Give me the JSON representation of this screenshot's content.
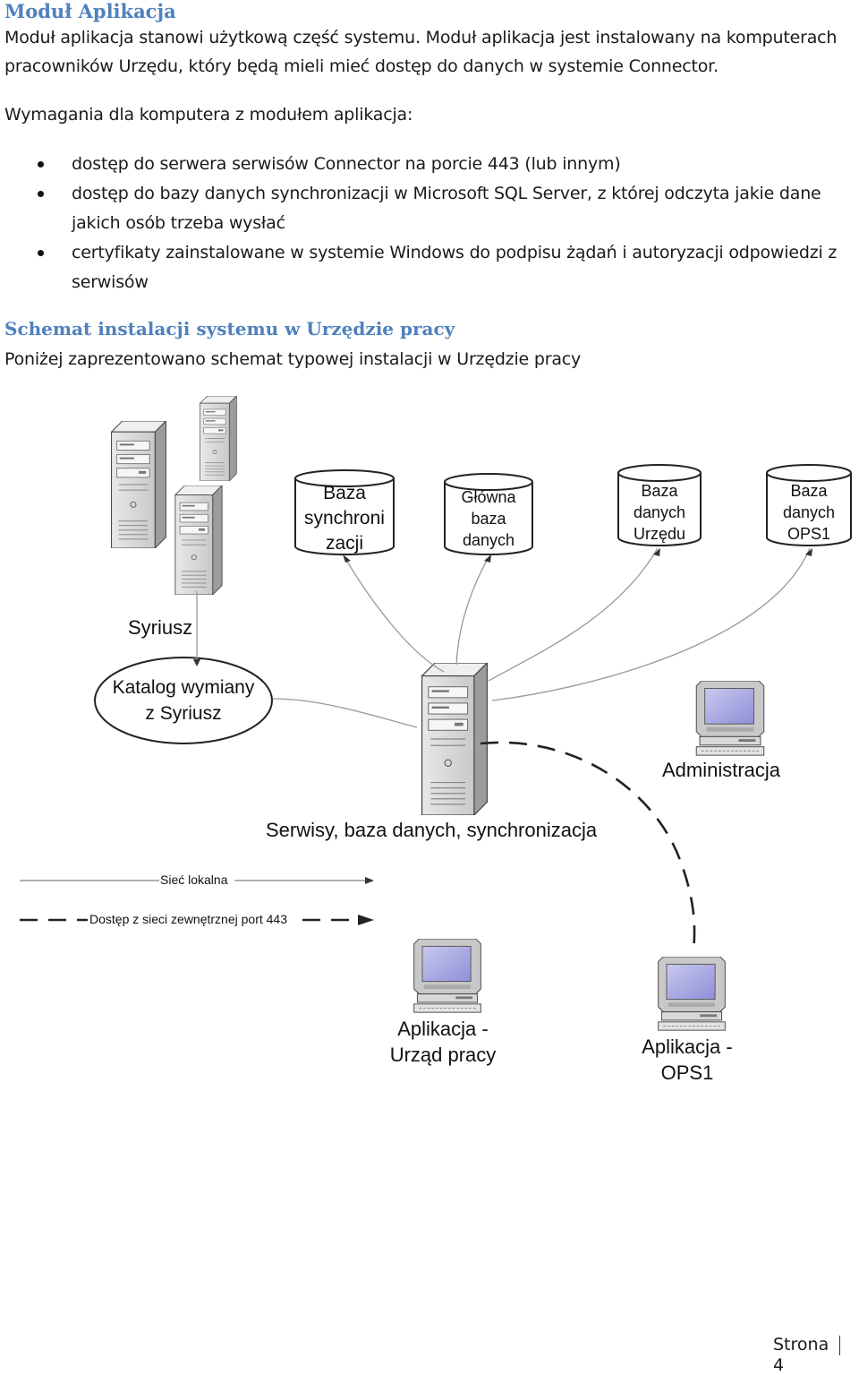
{
  "section1": {
    "title": "Moduł Aplikacja",
    "intro_line1": "Moduł aplikacja stanowi użytkową część systemu. Moduł aplikacja jest instalowany na komputerach",
    "intro_line2": "pracowników Urzędu, który będą mieli mieć dostęp do danych w systemie Connector.",
    "requirements_label": "Wymagania dla komputera z modułem aplikacja:",
    "bullets": [
      {
        "line1": "dostęp do serwera serwisów Connector na porcie 443 (lub innym)",
        "line2": ""
      },
      {
        "line1": "dostęp do bazy danych synchronizacji w Microsoft SQL Server, z której odczyta jakie dane",
        "line2": "jakich osób trzeba wysłać"
      },
      {
        "line1": "certyfikaty zainstalowane w systemie Windows do podpisu żądań i autoryzacji odpowiedzi z",
        "line2": "serwisów"
      }
    ]
  },
  "section2": {
    "title": "Schemat instalacji systemu w Urzędzie pracy",
    "intro": "Poniżej zaprezentowano schemat typowej instalacji w Urzędzie pracy"
  },
  "diagram": {
    "db_sync": [
      "Baza",
      "synchroni",
      "zacji"
    ],
    "db_main": [
      "Główna",
      "baza",
      "danych"
    ],
    "db_office": [
      "Baza",
      "danych",
      "Urzędu"
    ],
    "db_ops": [
      "Baza",
      "danych",
      "OPS1"
    ],
    "syriusz_label": "Syriusz",
    "catalog": [
      "Katalog wymiany",
      "z Syriusz"
    ],
    "admin_label": "Administracja",
    "services_label": "Serwisy, baza danych, synchronizacja",
    "legend_local": "Sieć lokalna",
    "legend_external": "Dostęp z sieci zewnętrznej port 443",
    "app_office": [
      "Aplikacja -",
      "Urząd pracy"
    ],
    "app_ops": [
      "Aplikacja -",
      "OPS1"
    ]
  },
  "footer": {
    "page_label": "Strona",
    "page_number": "4"
  }
}
